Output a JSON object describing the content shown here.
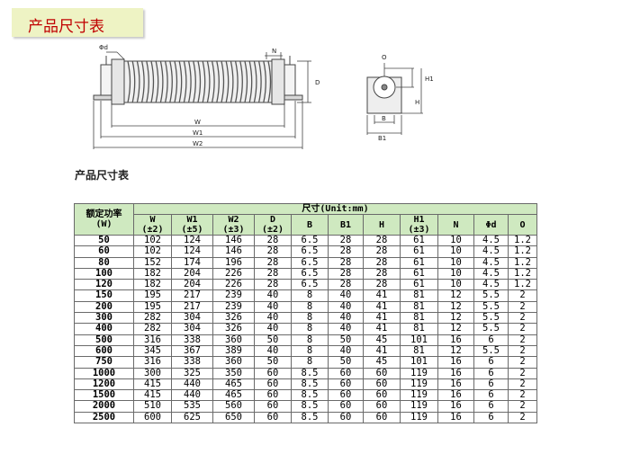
{
  "header": {
    "title": "产品尺寸表"
  },
  "drawing": {
    "side_labels": {
      "phi_d": "Φd",
      "n": "N",
      "d": "D",
      "w": "W",
      "w1": "W1",
      "w2": "W2"
    },
    "end_labels": {
      "o": "O",
      "h1": "H1",
      "h": "H",
      "b": "B",
      "b1": "B1"
    }
  },
  "section": {
    "title": "产品尺寸表"
  },
  "table": {
    "group_header": "尺寸(Unit:mm)",
    "columns": [
      {
        "name": "额定功率",
        "tol": "(W)"
      },
      {
        "name": "W",
        "tol": "(±2)"
      },
      {
        "name": "W1",
        "tol": "(±5)"
      },
      {
        "name": "W2",
        "tol": "(±3)"
      },
      {
        "name": "D",
        "tol": "(±2)"
      },
      {
        "name": "B",
        "tol": ""
      },
      {
        "name": "B1",
        "tol": ""
      },
      {
        "name": "H",
        "tol": ""
      },
      {
        "name": "H1",
        "tol": "(±3)"
      },
      {
        "name": "N",
        "tol": ""
      },
      {
        "name": "Φd",
        "tol": ""
      },
      {
        "name": "O",
        "tol": ""
      }
    ],
    "rows": [
      [
        "50",
        "102",
        "124",
        "146",
        "28",
        "6.5",
        "28",
        "28",
        "61",
        "10",
        "4.5",
        "1.2"
      ],
      [
        "60",
        "102",
        "124",
        "146",
        "28",
        "6.5",
        "28",
        "28",
        "61",
        "10",
        "4.5",
        "1.2"
      ],
      [
        "80",
        "152",
        "174",
        "196",
        "28",
        "6.5",
        "28",
        "28",
        "61",
        "10",
        "4.5",
        "1.2"
      ],
      [
        "100",
        "182",
        "204",
        "226",
        "28",
        "6.5",
        "28",
        "28",
        "61",
        "10",
        "4.5",
        "1.2"
      ],
      [
        "120",
        "182",
        "204",
        "226",
        "28",
        "6.5",
        "28",
        "28",
        "61",
        "10",
        "4.5",
        "1.2"
      ],
      [
        "150",
        "195",
        "217",
        "239",
        "40",
        "8",
        "40",
        "41",
        "81",
        "12",
        "5.5",
        "2"
      ],
      [
        "200",
        "195",
        "217",
        "239",
        "40",
        "8",
        "40",
        "41",
        "81",
        "12",
        "5.5",
        "2"
      ],
      [
        "300",
        "282",
        "304",
        "326",
        "40",
        "8",
        "40",
        "41",
        "81",
        "12",
        "5.5",
        "2"
      ],
      [
        "400",
        "282",
        "304",
        "326",
        "40",
        "8",
        "40",
        "41",
        "81",
        "12",
        "5.5",
        "2"
      ],
      [
        "500",
        "316",
        "338",
        "360",
        "50",
        "8",
        "50",
        "45",
        "101",
        "16",
        "6",
        "2"
      ],
      [
        "600",
        "345",
        "367",
        "389",
        "40",
        "8",
        "40",
        "41",
        "81",
        "12",
        "5.5",
        "2"
      ],
      [
        "750",
        "316",
        "338",
        "360",
        "50",
        "8",
        "50",
        "45",
        "101",
        "16",
        "6",
        "2"
      ],
      [
        "1000",
        "300",
        "325",
        "350",
        "60",
        "8.5",
        "60",
        "60",
        "119",
        "16",
        "6",
        "2"
      ],
      [
        "1200",
        "415",
        "440",
        "465",
        "60",
        "8.5",
        "60",
        "60",
        "119",
        "16",
        "6",
        "2"
      ],
      [
        "1500",
        "415",
        "440",
        "465",
        "60",
        "8.5",
        "60",
        "60",
        "119",
        "16",
        "6",
        "2"
      ],
      [
        "2000",
        "510",
        "535",
        "560",
        "60",
        "8.5",
        "60",
        "60",
        "119",
        "16",
        "6",
        "2"
      ],
      [
        "2500",
        "600",
        "625",
        "650",
        "60",
        "8.5",
        "60",
        "60",
        "119",
        "16",
        "6",
        "2"
      ]
    ]
  }
}
